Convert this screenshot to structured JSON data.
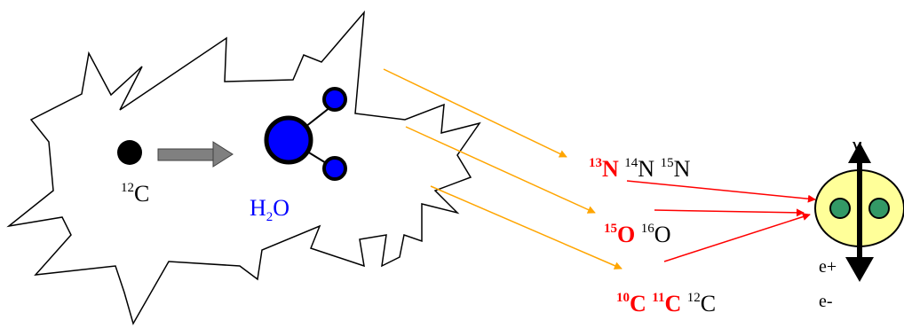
{
  "labels": {
    "c12_sup": "12",
    "c12_sym": "C",
    "water_h": "H",
    "water_sub": "2",
    "water_o": "O",
    "n13_sup": "13",
    "n13_sym": "N",
    "n14_sup": "14",
    "n14_sym": "N",
    "n15_sup": "15",
    "n15_sym": "N",
    "o15_sup": "15",
    "o15_sym": "O",
    "o16_sup": "16",
    "o16_sym": "O",
    "c10_sup": "10",
    "c10_sym": "C",
    "c11_sup": "11",
    "c11_sym": "C",
    "c12b_sup": "12",
    "c12b_sym": "C",
    "gamma": "γ",
    "positron": "e+",
    "electron": "e-"
  },
  "colors": {
    "carbon": "#000000",
    "oxygen": "#0000ff",
    "hydrogen": "#0000ff",
    "process_arrow": "#808080",
    "orange_arrows": "#ffa500",
    "red_arrows": "#ff0000",
    "positronium_fill": "#ffff99",
    "positronium_dots": "#339966",
    "highlight_isotope": "#ff0000"
  },
  "icons": {
    "explosion": "explosion-burst-outline",
    "carbon_atom": "carbon-atom-dot",
    "water_molecule": "water-molecule-icon",
    "positronium": "positronium-annihilation-icon"
  }
}
